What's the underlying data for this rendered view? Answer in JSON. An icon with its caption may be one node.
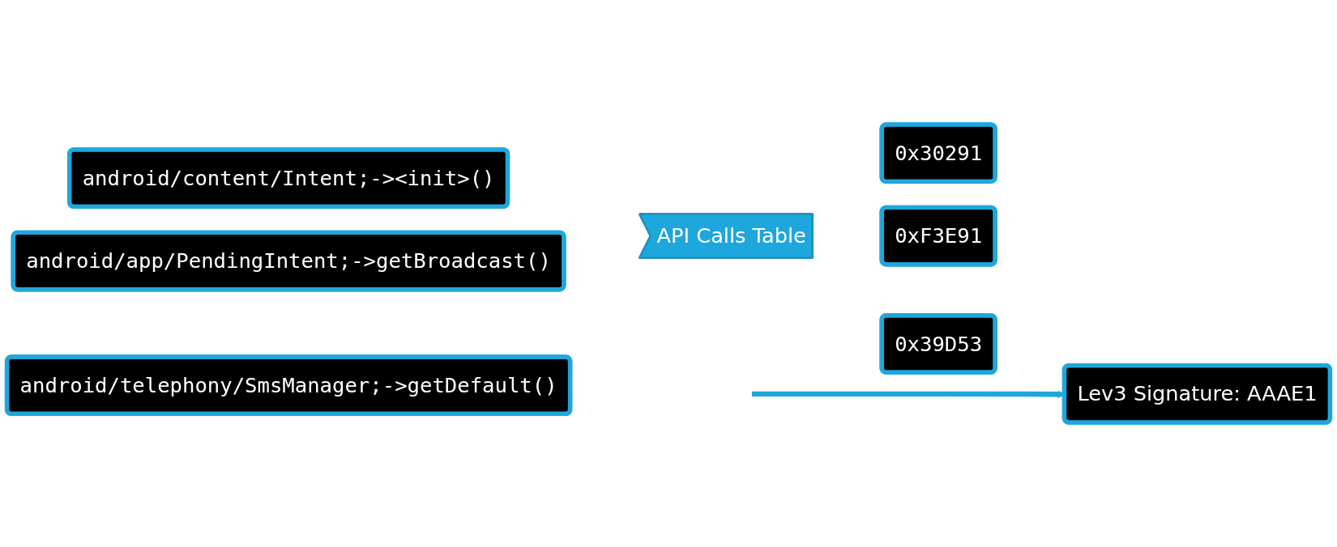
{
  "diagram": {
    "nodes": [
      {
        "text": [
          "android/content/Intent;-><init>()"
        ]
      },
      {
        "text": [
          "android/app/PendingIntent;->getBroadcast()"
        ]
      },
      {
        "text": [
          "android/telephony/SmsManager;->getDefault()"
        ]
      },
      {
        "text": [
          "API Calls Table"
        ]
      },
      {
        "text": [
          "0x30291"
        ]
      },
      {
        "text": [
          "0xF3E91"
        ]
      },
      {
        "text": [
          "0x39D53"
        ]
      },
      {
        "text": [
          "Lev3 Signature: AAAE1"
        ]
      }
    ],
    "edges": [
      {
        "from": null,
        "to": 7,
        "arrow": "to"
      }
    ]
  }
}
